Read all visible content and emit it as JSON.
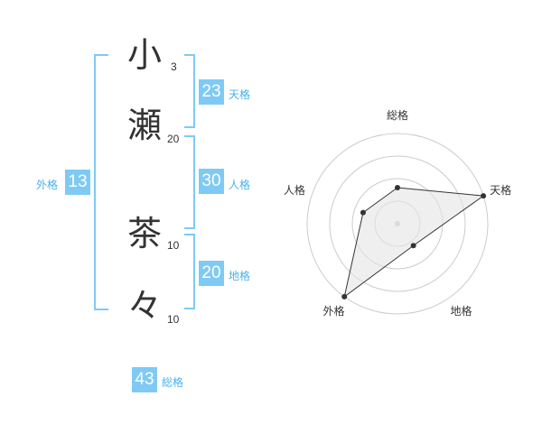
{
  "name": {
    "chars": [
      {
        "char": "小",
        "strokes": "3"
      },
      {
        "char": "瀬",
        "strokes": "20"
      },
      {
        "char": "茶",
        "strokes": "10"
      },
      {
        "char": "々",
        "strokes": "10"
      }
    ]
  },
  "fortune": {
    "tenkaku": {
      "value": "23",
      "label": "天格"
    },
    "jinkaku": {
      "value": "30",
      "label": "人格"
    },
    "chikaku": {
      "value": "20",
      "label": "地格"
    },
    "gaikaku": {
      "value": "13",
      "label": "外格"
    },
    "soukaku": {
      "value": "43",
      "label": "総格"
    }
  },
  "chart_data": {
    "type": "radar",
    "axes": [
      "総格",
      "天格",
      "地格",
      "外格",
      "人格"
    ],
    "values": [
      2,
      5,
      1.5,
      5,
      2
    ],
    "rmax": 5,
    "rings": 4,
    "colors": {
      "fill": "#e5e5e5",
      "line": "#333333",
      "grid": "#cccccc"
    }
  }
}
